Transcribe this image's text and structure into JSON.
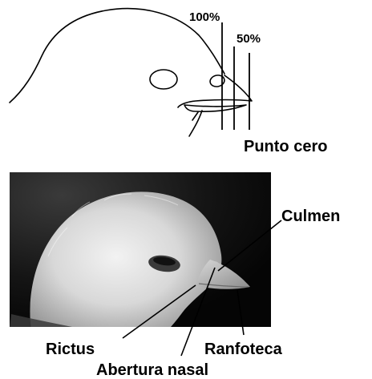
{
  "top_diagram": {
    "label_100": "100%",
    "label_50": "50%",
    "label_zero": "Punto cero"
  },
  "photo_labels": {
    "culmen": "Culmen",
    "rictus": "Rictus",
    "ranfoteca": "Ranfoteca",
    "abertura_nasal": "Abertura nasal"
  },
  "colors": {
    "line": "#000000",
    "photo_bg_dark": "#111111",
    "chick_light": "#e6e6e6"
  }
}
